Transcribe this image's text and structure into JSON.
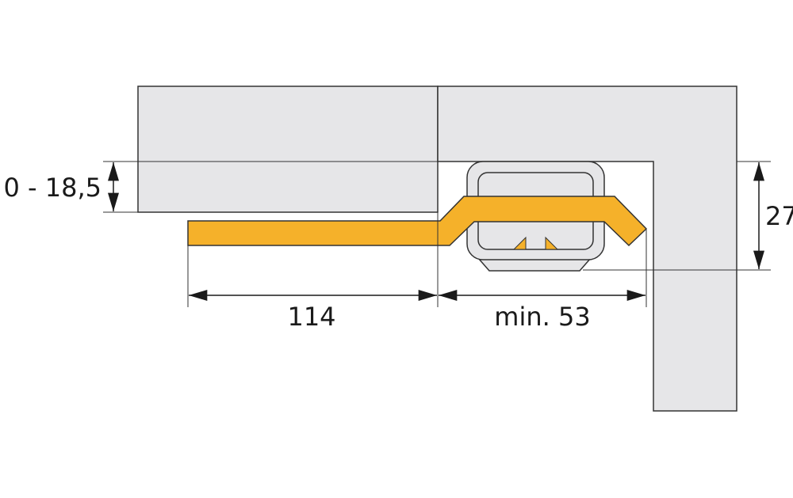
{
  "dimensions": {
    "left_offset": "0 - 18,5",
    "depth_left": "114",
    "depth_right": "min. 53",
    "height_right": "27"
  },
  "colors": {
    "panel": "#e6e6e8",
    "runner": "#f5b12a",
    "outline": "#333333"
  }
}
